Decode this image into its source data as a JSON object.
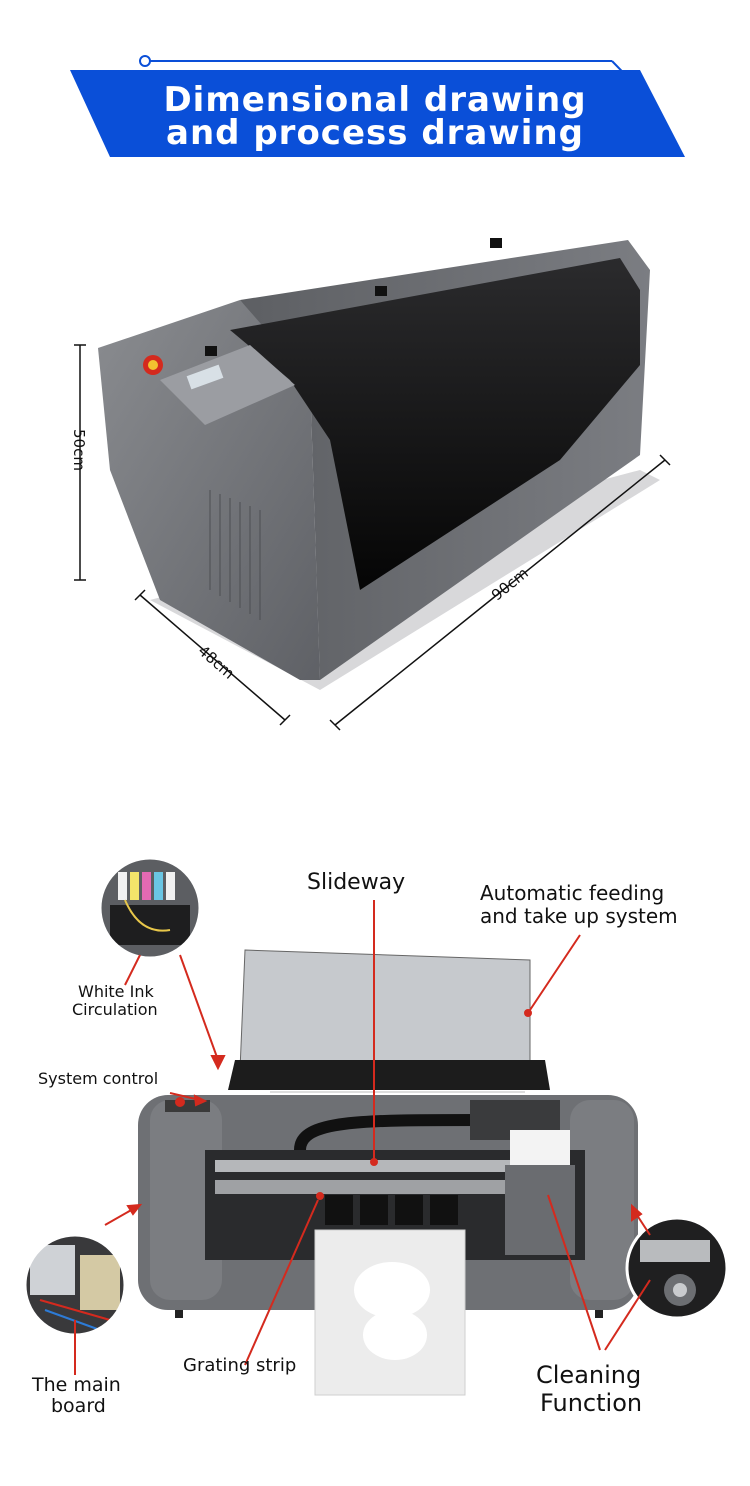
{
  "header": {
    "title_line1": "Dimensional drawing",
    "title_line2": "and process drawing",
    "banner_color": "#0a4fd8"
  },
  "dimensions": {
    "height": "50cm",
    "depth": "48cm",
    "width": "90cm"
  },
  "process": {
    "slideway": "Slideway",
    "feeding_line1": "Automatic feeding",
    "feeding_line2": "and take up system",
    "white_ink_line1": "White Ink",
    "white_ink_line2": "Circulation",
    "system_control": "System control",
    "main_board_line1": "The main",
    "main_board_line2": "board",
    "grating_strip": "Grating strip",
    "cleaning_line1": "Cleaning",
    "cleaning_line2": "Function",
    "arrow_color": "#d42a1e"
  }
}
